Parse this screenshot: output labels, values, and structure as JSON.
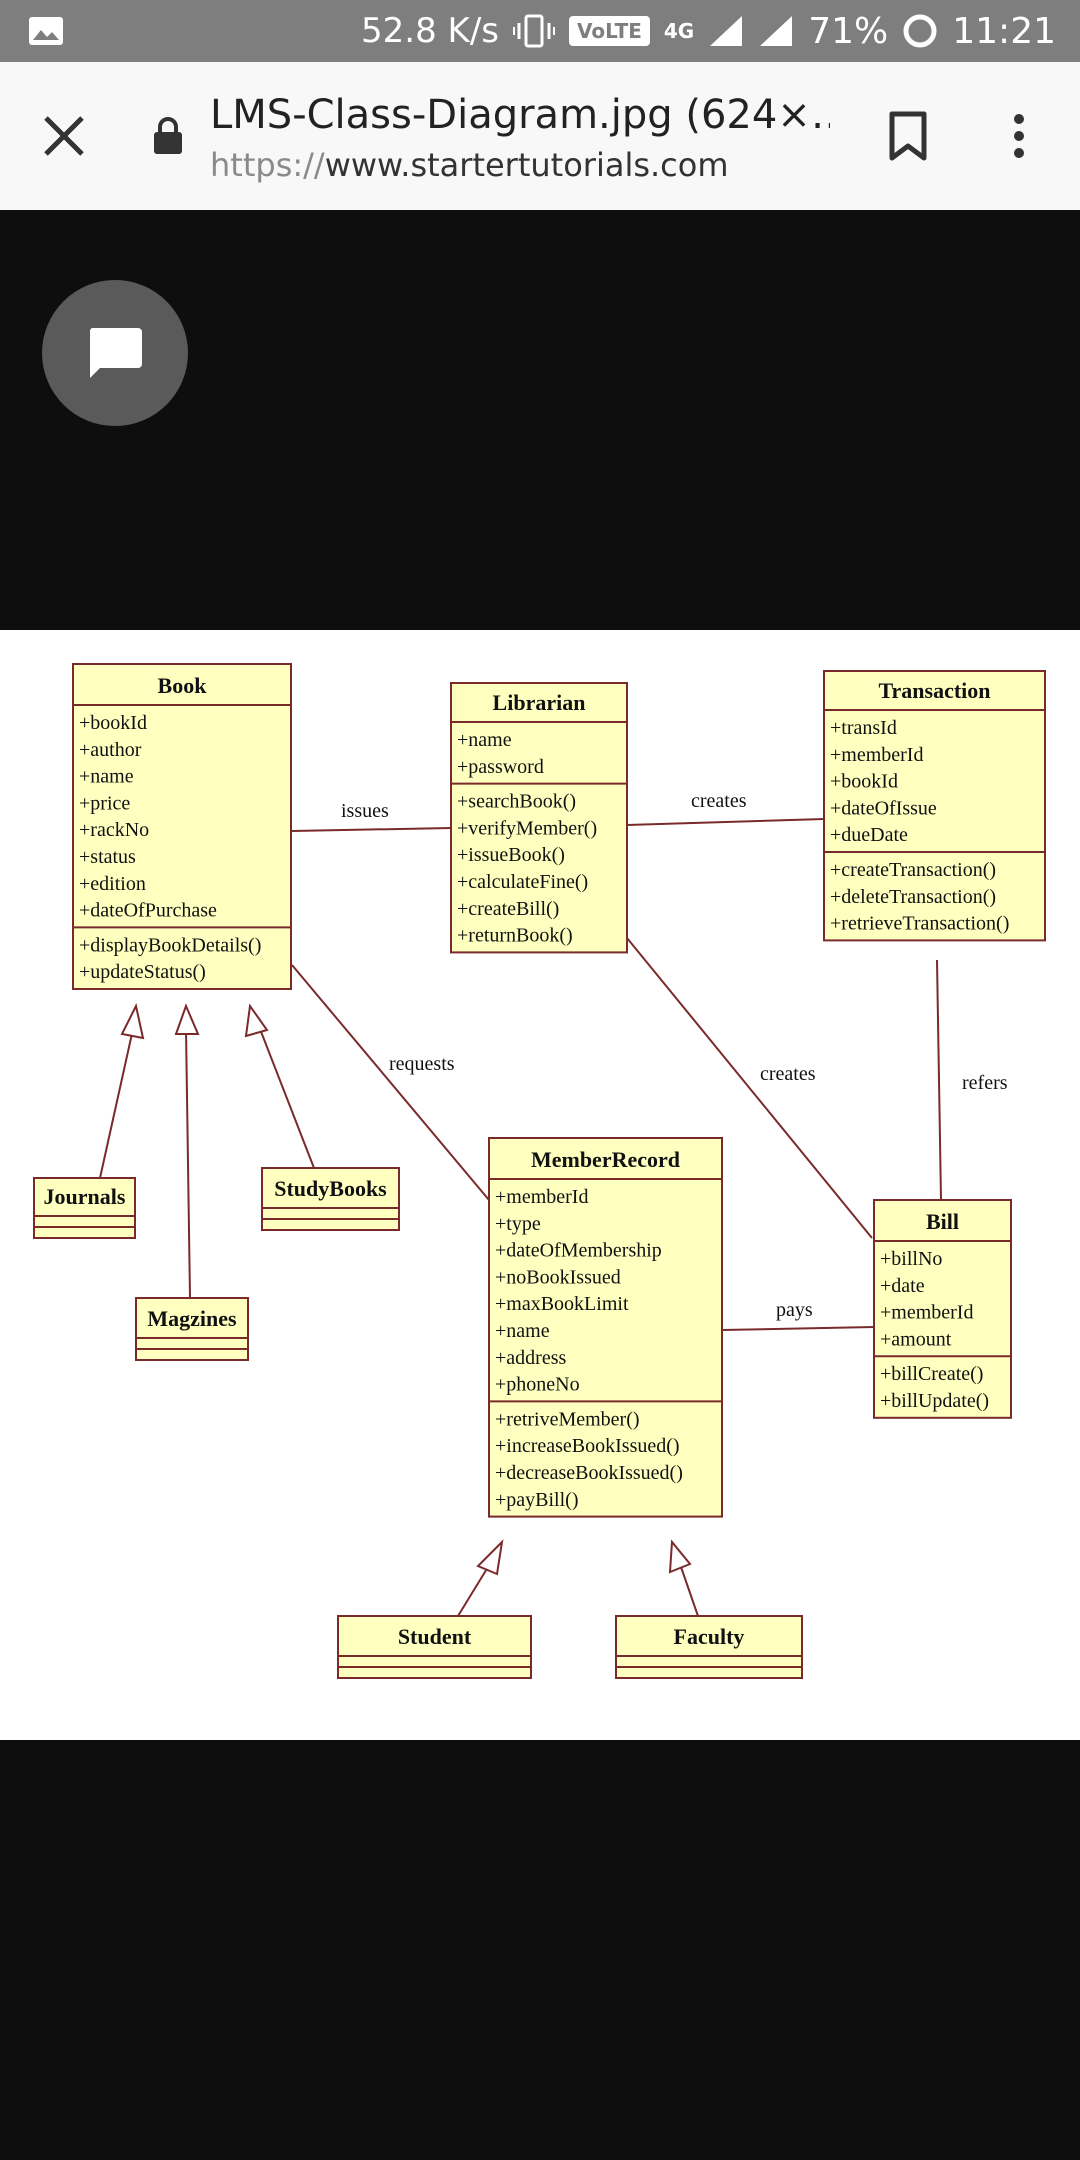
{
  "status_bar": {
    "speed": "52.8 K/s",
    "volte": "VoLTE",
    "network": "4G",
    "battery": "71%",
    "time": "11:21"
  },
  "browser": {
    "title": "LMS-Class-Diagram.jpg (624×…",
    "url_scheme": "https://",
    "url_host": "www.startertutorials.com"
  },
  "diagram": {
    "classes": {
      "book": {
        "name": "Book",
        "attributes": [
          "+bookId",
          "+author",
          "+name",
          "+price",
          "+rackNo",
          "+status",
          "+edition",
          "+dateOfPurchase"
        ],
        "methods": [
          "+displayBookDetails()",
          "+updateStatus()"
        ]
      },
      "librarian": {
        "name": "Librarian",
        "attributes": [
          "+name",
          "+password"
        ],
        "methods": [
          "+searchBook()",
          "+verifyMember()",
          "+issueBook()",
          "+calculateFine()",
          "+createBill()",
          "+returnBook()"
        ]
      },
      "transaction": {
        "name": "Transaction",
        "attributes": [
          "+transId",
          "+memberId",
          "+bookId",
          "+dateOfIssue",
          "+dueDate"
        ],
        "methods": [
          "+createTransaction()",
          "+deleteTransaction()",
          "+retrieveTransaction()"
        ]
      },
      "member_record": {
        "name": "MemberRecord",
        "attributes": [
          "+memberId",
          "+type",
          "+dateOfMembership",
          "+noBookIssued",
          "+maxBookLimit",
          "+name",
          "+address",
          "+phoneNo"
        ],
        "methods": [
          "+retriveMember()",
          "+increaseBookIssued()",
          "+decreaseBookIssued()",
          "+payBill()"
        ]
      },
      "bill": {
        "name": "Bill",
        "attributes": [
          "+billNo",
          "+date",
          "+memberId",
          "+amount"
        ],
        "methods": [
          "+billCreate()",
          "+billUpdate()"
        ]
      },
      "journals": {
        "name": "Journals"
      },
      "magzines": {
        "name": "Magzines"
      },
      "study_books": {
        "name": "StudyBooks"
      },
      "student": {
        "name": "Student"
      },
      "faculty": {
        "name": "Faculty"
      }
    },
    "relations": {
      "issues": "issues",
      "creates_transaction": "creates",
      "creates_bill": "creates",
      "refers": "refers",
      "requests": "requests",
      "pays": "pays"
    }
  },
  "colors": {
    "class_fill": "#ffffc0",
    "class_border": "#7a2a2a",
    "line": "#7a2a2a",
    "status_bar": "#7e7e7e",
    "page_background": "#0e0e0e"
  }
}
